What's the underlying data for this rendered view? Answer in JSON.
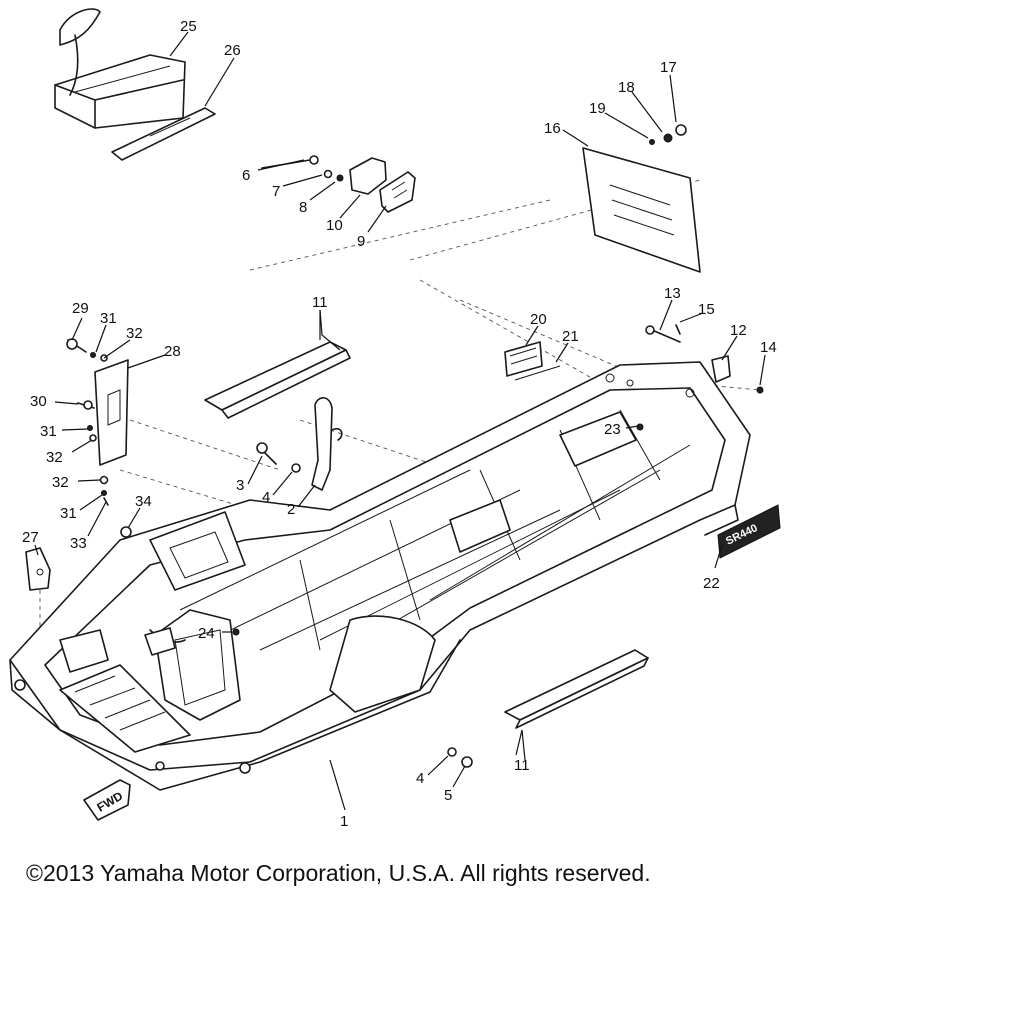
{
  "diagram": {
    "callouts": [
      "1",
      "2",
      "3",
      "4",
      "4",
      "5",
      "6",
      "7",
      "8",
      "9",
      "10",
      "11",
      "11",
      "12",
      "13",
      "14",
      "15",
      "16",
      "17",
      "18",
      "19",
      "20",
      "21",
      "22",
      "23",
      "24",
      "25",
      "26",
      "27",
      "28",
      "29",
      "30",
      "31",
      "31",
      "32",
      "32",
      "32",
      "33",
      "34"
    ],
    "fwd_label": "FWD",
    "model_badge": "SR440"
  },
  "footer": {
    "copyright": "©2013 Yamaha Motor Corporation, U.S.A. All rights reserved."
  }
}
